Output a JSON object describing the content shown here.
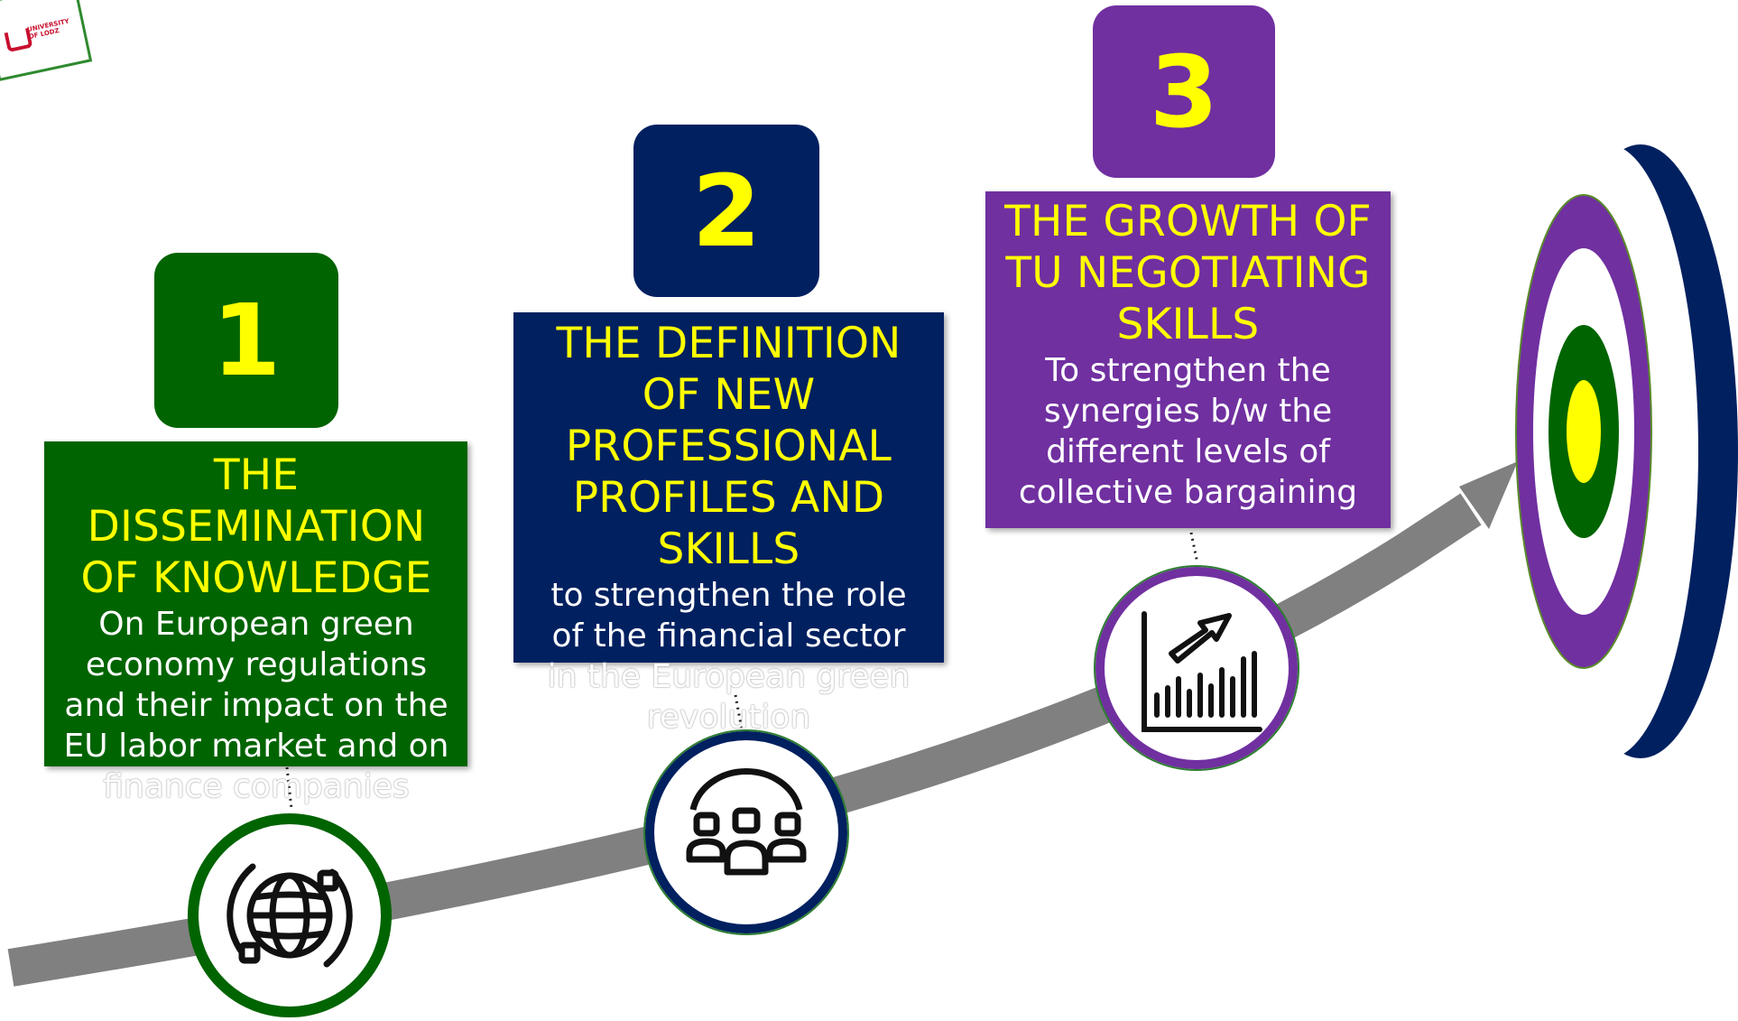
{
  "logo": {
    "text": "UNIVERSITY OF LODZ"
  },
  "steps": [
    {
      "number": "1",
      "color": "#006400",
      "heading_lines": [
        "THE",
        "DISSEMINATION",
        "OF KNOWLEDGE"
      ],
      "desc_lines": [
        "On European green",
        "economy regulations",
        "and their impact on the",
        "EU labor market and on"
      ],
      "overflow_lines": [
        "finance companies"
      ],
      "icon": "globe-icon"
    },
    {
      "number": "2",
      "color": "#002060",
      "heading_lines": [
        "THE DEFINITION",
        "OF NEW",
        "PROFESSIONAL",
        "PROFILES AND",
        "SKILLS"
      ],
      "desc_lines": [
        "to strengthen the role",
        "of the financial sector"
      ],
      "overflow_lines": [
        "in the European green",
        "revolution"
      ],
      "icon": "team-icon"
    },
    {
      "number": "3",
      "color": "#7030a0",
      "heading_lines": [
        "THE GROWTH OF",
        "TU NEGOTIATING",
        "SKILLS"
      ],
      "desc_lines": [
        "To strengthen the",
        "synergies b/w the",
        "different levels of",
        "collective bargaining"
      ],
      "overflow_lines": [],
      "icon": "growth-chart-icon"
    }
  ],
  "colors": {
    "arrow": "#808080",
    "heading_text": "#ffff00",
    "target_outer": "#7030a0",
    "target_ring": "#ffffff",
    "target_inner": "#006400",
    "target_center": "#ffff00",
    "target_shadow": "#002060"
  }
}
